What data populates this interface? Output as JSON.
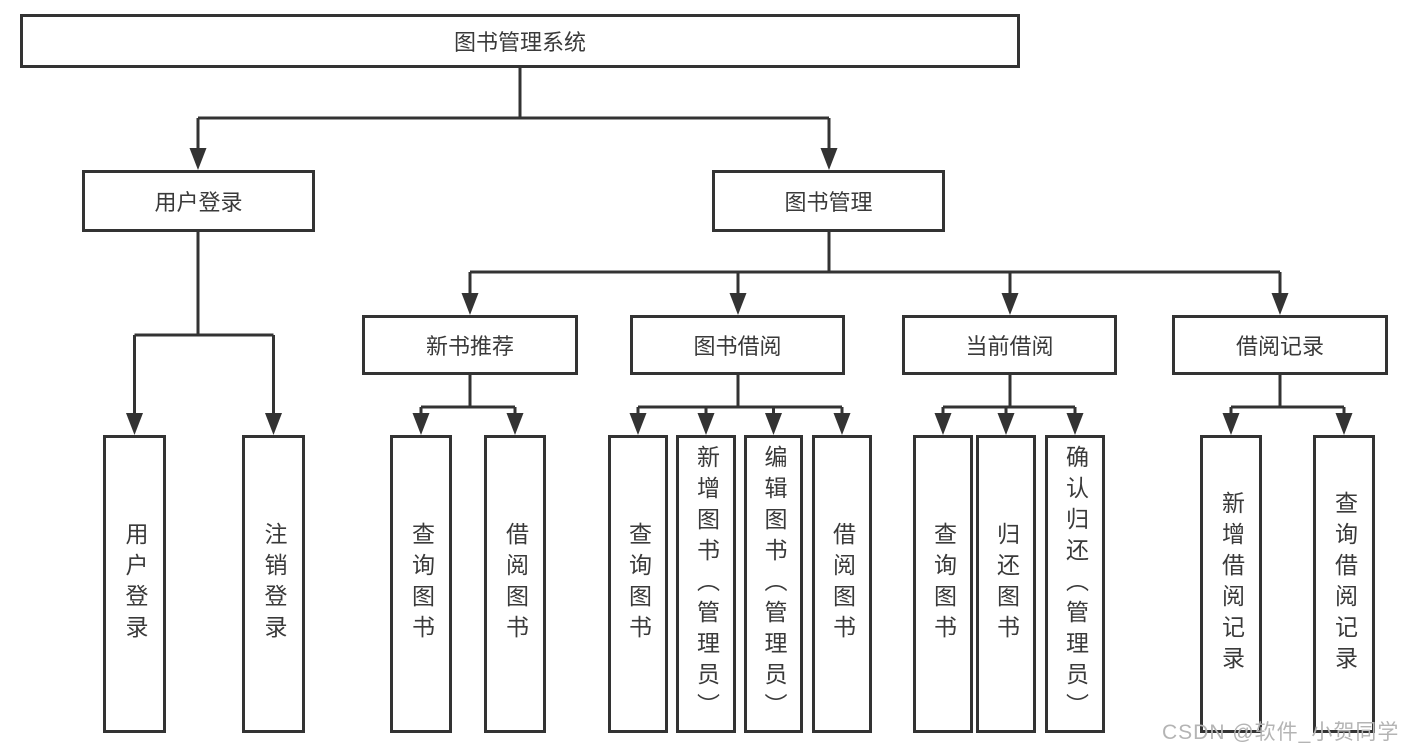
{
  "colors": {
    "line": "#333333",
    "text": "#3a3a3a",
    "watermark": "#b4b4b4",
    "background": "#ffffff"
  },
  "diagram": {
    "title": "图书管理系统",
    "level2": [
      {
        "id": "user-login",
        "label": "用户登录"
      },
      {
        "id": "book-management",
        "label": "图书管理"
      }
    ],
    "level3": [
      {
        "id": "new-book-recommend",
        "label": "新书推荐"
      },
      {
        "id": "book-borrow",
        "label": "图书借阅"
      },
      {
        "id": "current-borrow",
        "label": "当前借阅"
      },
      {
        "id": "borrow-records",
        "label": "借阅记录"
      }
    ],
    "leaves": [
      {
        "id": "user-login",
        "label": "用户登录"
      },
      {
        "id": "logout",
        "label": "注销登录"
      },
      {
        "id": "query-books-newrec",
        "label": "查询图书"
      },
      {
        "id": "borrow-books-newrec",
        "label": "借阅图书"
      },
      {
        "id": "query-books-borrow",
        "label": "查询图书"
      },
      {
        "id": "add-books-admin",
        "label": "新增图书（管理员）"
      },
      {
        "id": "edit-books-admin",
        "label": "编辑图书（管理员）"
      },
      {
        "id": "borrow-books-borrow",
        "label": "借阅图书"
      },
      {
        "id": "query-books-current",
        "label": "查询图书"
      },
      {
        "id": "return-books",
        "label": "归还图书"
      },
      {
        "id": "confirm-return-admin",
        "label": "确认归还（管理员）"
      },
      {
        "id": "add-borrow-record",
        "label": "新增借阅记录"
      },
      {
        "id": "query-borrow-record",
        "label": "查询借阅记录"
      }
    ],
    "watermark": "CSDN @软件_小贺同学"
  }
}
